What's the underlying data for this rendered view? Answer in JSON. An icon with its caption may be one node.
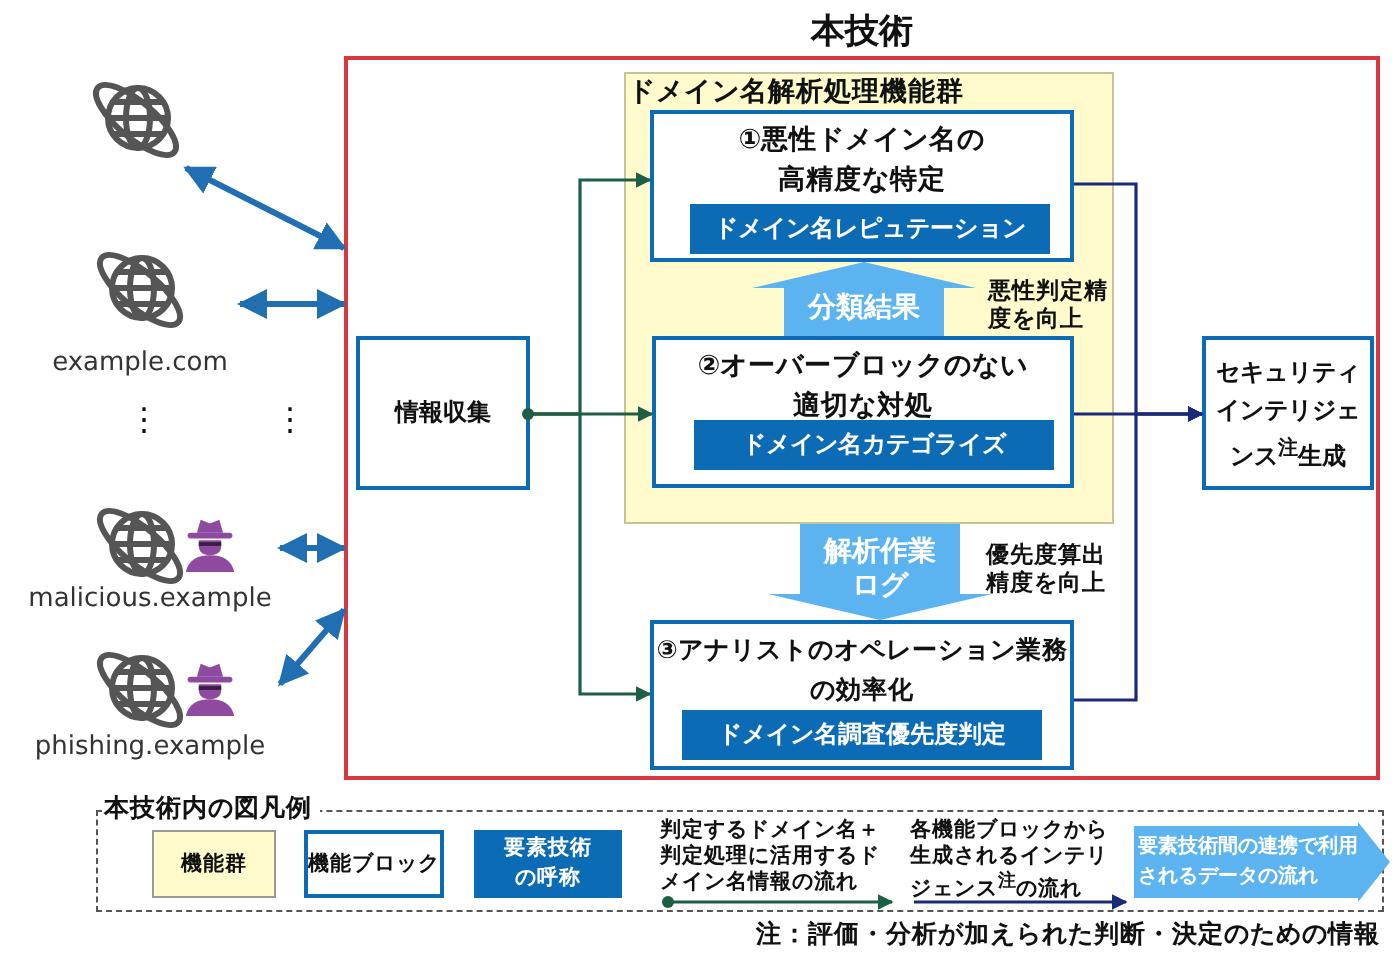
{
  "diagram": {
    "nodes": [
      {
        "text": [
          "本技術"
        ]
      },
      {
        "text": [
          "ドメイン名解析処理機能群"
        ],
        "in": 0
      },
      {
        "text": [
          "①悪性ドメイン名の高精度な特定"
        ],
        "in": 1
      },
      {
        "text": [
          "ドメイン名レピュテーション"
        ],
        "in": 2
      },
      {
        "text": [
          "②オーバーブロックのない適切な対処"
        ],
        "in": 1
      },
      {
        "text": [
          "ドメイン名カテゴライズ"
        ],
        "in": 4
      },
      {
        "text": [
          "情報収集"
        ],
        "in": 0
      },
      {
        "text": [
          "セキュリティインテリジェンス$^{注}$生成"
        ],
        "in": 0
      },
      {
        "text": [
          "③アナリストのオペレーション業務の効率化"
        ],
        "in": 0
      },
      {
        "text": [
          "ドメイン名調査優先度判定"
        ],
        "in": 8
      },
      {
        "text": [],
        "shape": "globe"
      },
      {
        "text": [
          "example.com"
        ]
      },
      {
        "text": [
          "malicious.example"
        ]
      },
      {
        "text": [
          "phishing.example"
        ]
      }
    ],
    "edges": [
      {
        "from": 10,
        "to": 0,
        "arrow": "both",
        "color": "#1f6fb2"
      },
      {
        "from": 11,
        "to": 0,
        "arrow": "both",
        "color": "#1f6fb2"
      },
      {
        "from": 12,
        "to": 0,
        "arrow": "both",
        "color": "#1f6fb2"
      },
      {
        "from": 13,
        "to": 0,
        "arrow": "both",
        "color": "#1f6fb2"
      },
      {
        "from": 6,
        "to": 2,
        "arrow": "to",
        "color": "#1e5e45"
      },
      {
        "from": 6,
        "to": 4,
        "arrow": "to",
        "color": "#1e5e45"
      },
      {
        "from": 6,
        "to": 8,
        "arrow": "to",
        "color": "#1e5e45"
      },
      {
        "from": 2,
        "to": 7,
        "arrow": "to",
        "color": "#1b2a78"
      },
      {
        "from": 4,
        "to": 7,
        "arrow": "to",
        "color": "#1b2a78"
      },
      {
        "from": 8,
        "to": 7,
        "arrow": "to",
        "color": "#1b2a78"
      },
      {
        "from": 4,
        "to": 2,
        "arrow": "to",
        "label": "分類結果",
        "style": "thick",
        "color": "#5bb4ef"
      },
      {
        "from": 1,
        "to": 8,
        "arrow": "to",
        "label": "解析作業ログ",
        "style": "thick",
        "color": "#5bb4ef"
      }
    ],
    "labels": [
      "⋮",
      "⋮",
      "悪性判定精度を向上",
      "優先度算出精度を向上",
      "本技術内の図凡例",
      "注：評価・分析が加えられた判断・決定のための情報"
    ],
    "legend": [
      {
        "text": "機能群",
        "color": "#fffbcc"
      },
      {
        "text": "機能ブロック"
      },
      {
        "text": "要素技術の呼称",
        "color": "#0b6cb5"
      },
      {
        "text": "判定するドメイン名＋判定処理に活用するドメイン名情報の流れ"
      },
      {
        "text": "各機能ブロックから生成されるインテリジェンス$^{注}$の流れ"
      },
      {
        "text": "要素技術間の連携で利用されるデータの流れ",
        "color": "#5bb4ef"
      }
    ]
  }
}
